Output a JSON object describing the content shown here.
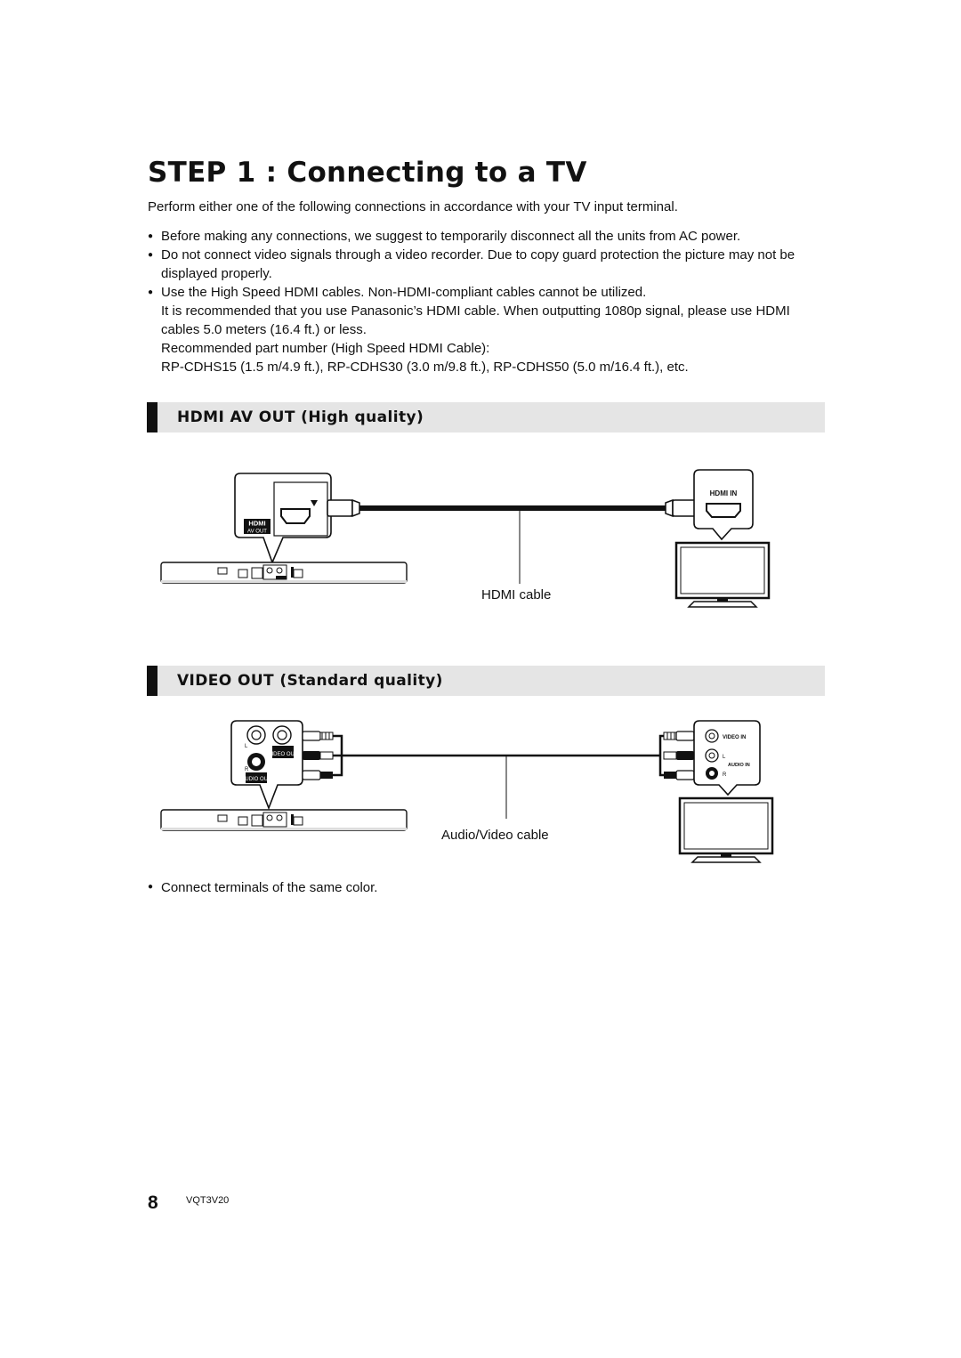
{
  "page": {
    "title": "STEP 1 : Connecting to a TV",
    "intro": "Perform either one of the following connections in accordance with your TV input terminal.",
    "bullets": [
      "Before making any connections, we suggest to temporarily disconnect all the units from AC power.",
      "Do not connect video signals through a video recorder. Due to copy guard protection the picture may not be displayed properly.",
      "Use the High Speed HDMI cables. Non-HDMI-compliant cables cannot be utilized."
    ],
    "hdmi_recommendation": "It is recommended that you use Panasonic’s HDMI cable. When outputting 1080p signal, please use HDMI cables 5.0 meters (16.4 ft.) or less.",
    "part_number_heading": "Recommended part number (High Speed HDMI Cable):",
    "part_numbers": "RP-CDHS15 (1.5 m/4.9 ft.), RP-CDHS30 (3.0 m/9.8 ft.), RP-CDHS50 (5.0 m/16.4 ft.), etc."
  },
  "sections": {
    "hdmi": {
      "title": "HDMI AV OUT (High quality)",
      "cable_label": "HDMI cable",
      "player_port_label": "AV OUT",
      "tv_port_label": "HDMI IN"
    },
    "video": {
      "title": "VIDEO OUT (Standard quality)",
      "cable_label": "Audio/Video cable",
      "player_video_label": "VIDEO OUT",
      "player_audio_label": "AUDIO OUT",
      "channel_left": "L",
      "channel_right": "R",
      "tv_video_label": "VIDEO IN",
      "tv_audio_label": "AUDIO IN"
    }
  },
  "footnote": "Connect terminals of the same color.",
  "footer": {
    "page_number": "8",
    "doc_code": "VQT3V20"
  }
}
